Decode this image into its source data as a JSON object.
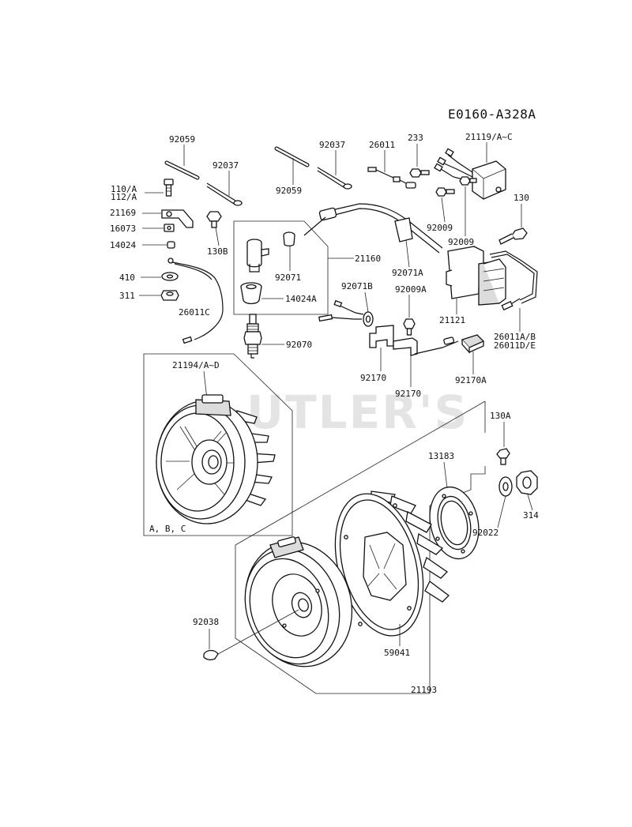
{
  "diagram": {
    "reference_code": "E0160-A328A",
    "watermark": "UTLER'S",
    "callouts": {
      "p92059a": "92059",
      "p92037a": "92037",
      "p92059b": "92059",
      "p92037b": "92037",
      "p26011": "26011",
      "p233": "233",
      "p21119": "21119/A~C",
      "p110": "110/A",
      "p112": "112/A",
      "p21169": "21169",
      "p16073": "16073",
      "p130b": "130B",
      "p14024": "14024",
      "p92009a": "92009",
      "p130": "130",
      "p92009b": "92009",
      "p21160": "21160",
      "p92071": "92071",
      "p92071a": "92071A",
      "p410": "410",
      "p14024a": "14024A",
      "p311": "311",
      "p26011c": "26011C",
      "p92071b": "92071B",
      "p92009aa": "92009A",
      "p21121": "21121",
      "p92070": "92070",
      "p26011ab": "26011A/B",
      "p26011de": "26011D/E",
      "p21194": "21194/A~D",
      "p92170a": "92170",
      "p92170b": "92170",
      "p92170aa": "92170A",
      "p130a": "130A",
      "p13183": "13183",
      "pabc": "A, B, C",
      "p314": "314",
      "p92022": "92022",
      "p92038": "92038",
      "p59041": "59041",
      "p21193": "21193"
    }
  }
}
